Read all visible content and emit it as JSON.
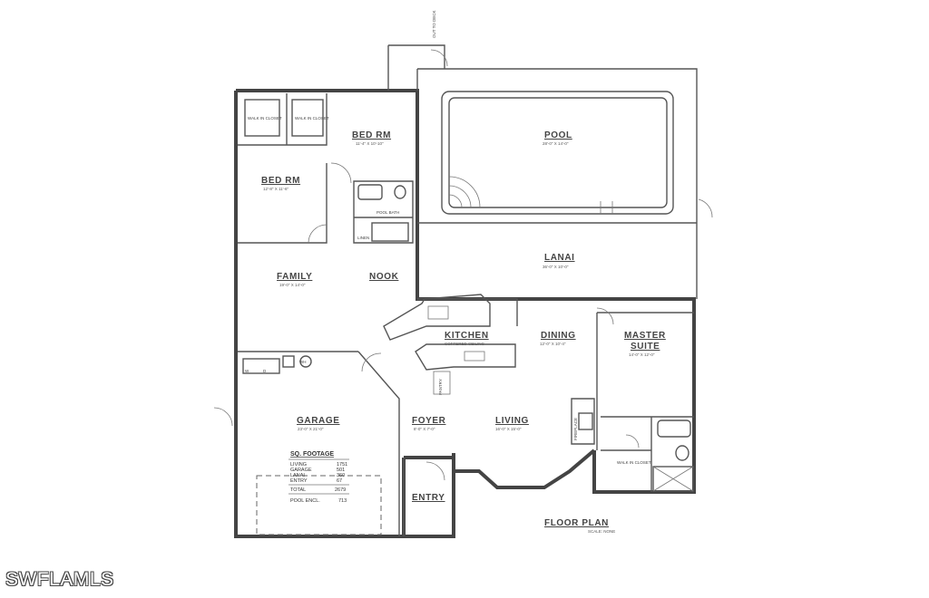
{
  "rooms": {
    "bed1": {
      "name": "BED RM",
      "dim": "11'-4\" X 10'-10\""
    },
    "bed2": {
      "name": "BED RM",
      "dim": "12'-8\" X 11'-6\""
    },
    "pool": {
      "name": "POOL",
      "dim": "28'-0\" X 14'-0\""
    },
    "lanai": {
      "name": "LANAI",
      "dim": "36'-0\" X 10'-0\""
    },
    "family": {
      "name": "FAMILY",
      "dim": "19'-0\" X 14'-0\""
    },
    "nook": {
      "name": "NOOK"
    },
    "kitchen": {
      "name": "KITCHEN",
      "note": "COFFERED CEILING"
    },
    "dining": {
      "name": "DINING",
      "dim": "12'-0\" X 10'-4\""
    },
    "master": {
      "name": "MASTER",
      "name2": "SUITE",
      "dim": "14'-0\" X 12'-0\""
    },
    "garage": {
      "name": "GARAGE",
      "dim": "23'-0\" X 21'-0\""
    },
    "foyer": {
      "name": "FOYER",
      "dim": "8'-0\" X 7'-0\""
    },
    "living": {
      "name": "LIVING",
      "dim": "16'-0\" X 15'-0\""
    },
    "entry": {
      "name": "ENTRY"
    }
  },
  "small_labels": {
    "walkin1": "WALK IN CLOSET",
    "walkin2": "WALK IN CLOSET",
    "walkin3": "WALK IN CLOSET",
    "pool_bath": "POOL BATH",
    "linen": "LINEN",
    "pantry": "PANTRY",
    "fireplace": "FIREPLACE",
    "out_to_deck": "OUT TO DECK",
    "wh": "WH",
    "w": "W",
    "d": "D"
  },
  "sq_footage": {
    "title": "SQ. FOOTAGE",
    "rows": [
      {
        "label": "LIVING",
        "value": "1751"
      },
      {
        "label": "GARAGE",
        "value": "501"
      },
      {
        "label": "LANAI",
        "value": "360"
      },
      {
        "label": "ENTRY",
        "value": "67"
      }
    ],
    "total": {
      "label": "TOTAL",
      "value": "2679"
    },
    "pool_encl": {
      "label": "POOL ENCL.",
      "value": "713"
    }
  },
  "plan_title": "FLOOR PLAN",
  "plan_subtitle": "SCALE: NONE",
  "watermark": "SWFLAMLS",
  "colors": {
    "wall": "#444444",
    "line": "#555555",
    "background": "#ffffff"
  }
}
